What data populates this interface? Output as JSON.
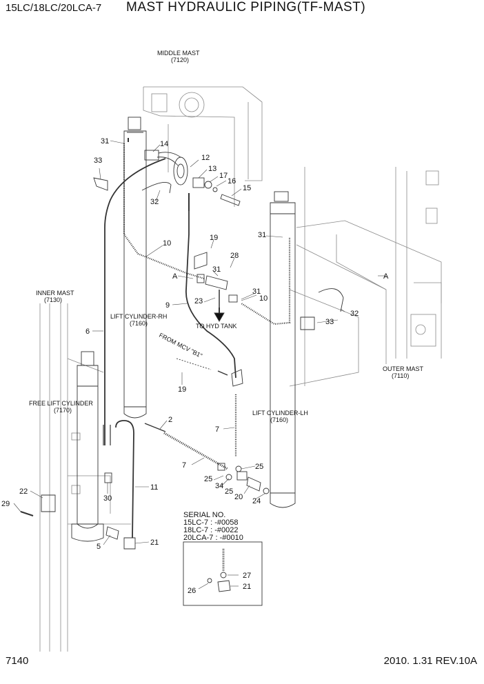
{
  "header": {
    "model": "15LC/18LC/20LCA-7",
    "title": "MAST HYDRAULIC PIPING(TF-MAST)"
  },
  "footer": {
    "page_number": "7140",
    "revision": "2010. 1.31  REV.10A"
  },
  "labels": {
    "middle_mast": "MIDDLE MAST",
    "middle_mast_code": "(7120)",
    "inner_mast": "INNER MAST",
    "inner_mast_code": "(7130)",
    "outer_mast": "OUTER MAST",
    "outer_mast_code": "(7110)",
    "lift_cyl_rh": "LIFT CYLINDER-RH",
    "lift_cyl_rh_code": "(7160)",
    "lift_cyl_lh": "LIFT CYLINDER-LH",
    "lift_cyl_lh_code": "(7160)",
    "free_lift": "FREE LIFT CYLINDER",
    "free_lift_code": "(7170)",
    "to_hyd_tank": "TO HYD TANK",
    "from_mcv": "FROM MCV \"B1\"",
    "view_a1": "A",
    "view_a2": "A"
  },
  "serial": {
    "title": "SERIAL NO.",
    "line1": "15LC-7 : -#0058",
    "line2": "18LC-7 : -#0022",
    "line3": "20LCA-7 : -#0010"
  },
  "callouts": {
    "c2": "2",
    "c5": "5",
    "c6": "6",
    "c7a": "7",
    "c7b": "7",
    "c9": "9",
    "c10a": "10",
    "c10b": "10",
    "c11": "11",
    "c12": "12",
    "c13": "13",
    "c14": "14",
    "c15": "15",
    "c16": "16",
    "c17": "17",
    "c19a": "19",
    "c19b": "19",
    "c20": "20",
    "c21a": "21",
    "c21b": "21",
    "c22": "22",
    "c23": "23",
    "c24": "24",
    "c25a": "25",
    "c25b": "25",
    "c25c": "25",
    "c26": "26",
    "c27": "27",
    "c28": "28",
    "c29": "29",
    "c30": "30",
    "c31a": "31",
    "c31b": "31",
    "c31c": "31",
    "c31d": "31",
    "c32a": "32",
    "c32b": "32",
    "c33a": "33",
    "c33b": "33",
    "c34": "34"
  }
}
